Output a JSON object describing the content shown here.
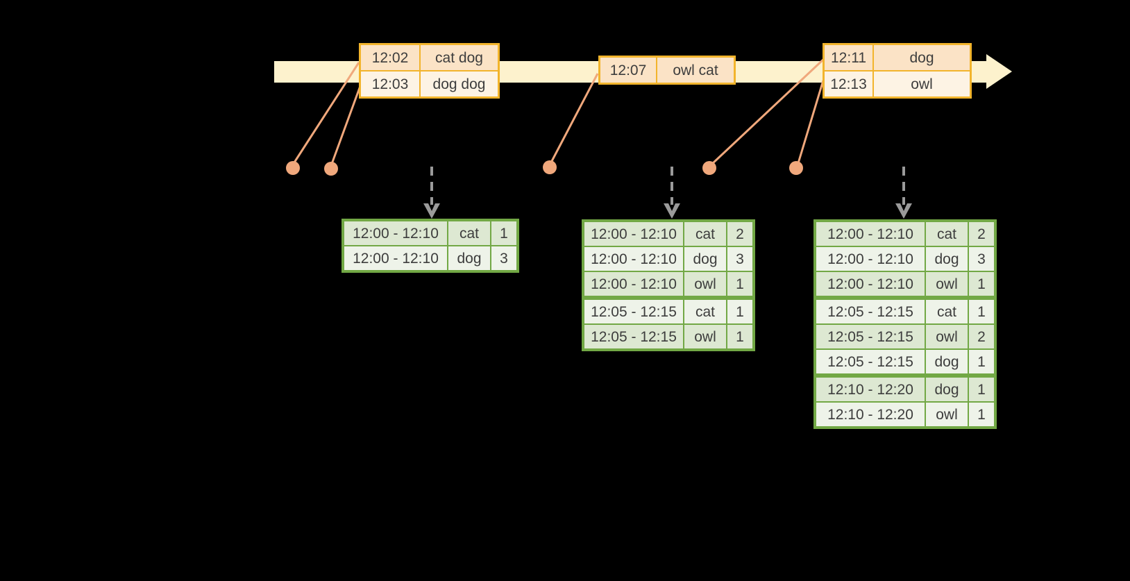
{
  "colors": {
    "background": "#000000",
    "timeline_band": "#fdf2cd",
    "event_border": "#f2b42c",
    "event_row_dark": "#fbe3c6",
    "event_row_light": "#fdf3e4",
    "connector": "#f0a87c",
    "result_border": "#72a845",
    "result_row_dark": "#dde8d2",
    "result_row_light": "#eef3e9",
    "trigger_arrow": "#9a9a9a",
    "text": "#3d3d3d"
  },
  "event_tables": [
    {
      "rows": [
        {
          "time": "12:02",
          "words": "cat dog"
        },
        {
          "time": "12:03",
          "words": "dog dog"
        }
      ]
    },
    {
      "rows": [
        {
          "time": "12:07",
          "words": "owl cat"
        }
      ]
    },
    {
      "rows": [
        {
          "time": "12:11",
          "words": "dog"
        },
        {
          "time": "12:13",
          "words": "owl"
        }
      ]
    }
  ],
  "result_tables": [
    {
      "rows": [
        {
          "window": "12:00 - 12:10",
          "word": "cat",
          "count": "1"
        },
        {
          "window": "12:00 - 12:10",
          "word": "dog",
          "count": "3"
        }
      ]
    },
    {
      "rows": [
        {
          "window": "12:00 - 12:10",
          "word": "cat",
          "count": "2"
        },
        {
          "window": "12:00 - 12:10",
          "word": "dog",
          "count": "3"
        },
        {
          "window": "12:00 - 12:10",
          "word": "owl",
          "count": "1"
        },
        {
          "window": "12:05 - 12:15",
          "word": "cat",
          "count": "1",
          "group_start": true
        },
        {
          "window": "12:05 - 12:15",
          "word": "owl",
          "count": "1"
        }
      ]
    },
    {
      "rows": [
        {
          "window": "12:00 - 12:10",
          "word": "cat",
          "count": "2"
        },
        {
          "window": "12:00 - 12:10",
          "word": "dog",
          "count": "3"
        },
        {
          "window": "12:00 - 12:10",
          "word": "owl",
          "count": "1"
        },
        {
          "window": "12:05 - 12:15",
          "word": "cat",
          "count": "1",
          "group_start": true
        },
        {
          "window": "12:05 - 12:15",
          "word": "owl",
          "count": "2"
        },
        {
          "window": "12:05 - 12:15",
          "word": "dog",
          "count": "1"
        },
        {
          "window": "12:10 - 12:20",
          "word": "dog",
          "count": "1",
          "group_start": true
        },
        {
          "window": "12:10 - 12:20",
          "word": "owl",
          "count": "1"
        }
      ]
    }
  ]
}
